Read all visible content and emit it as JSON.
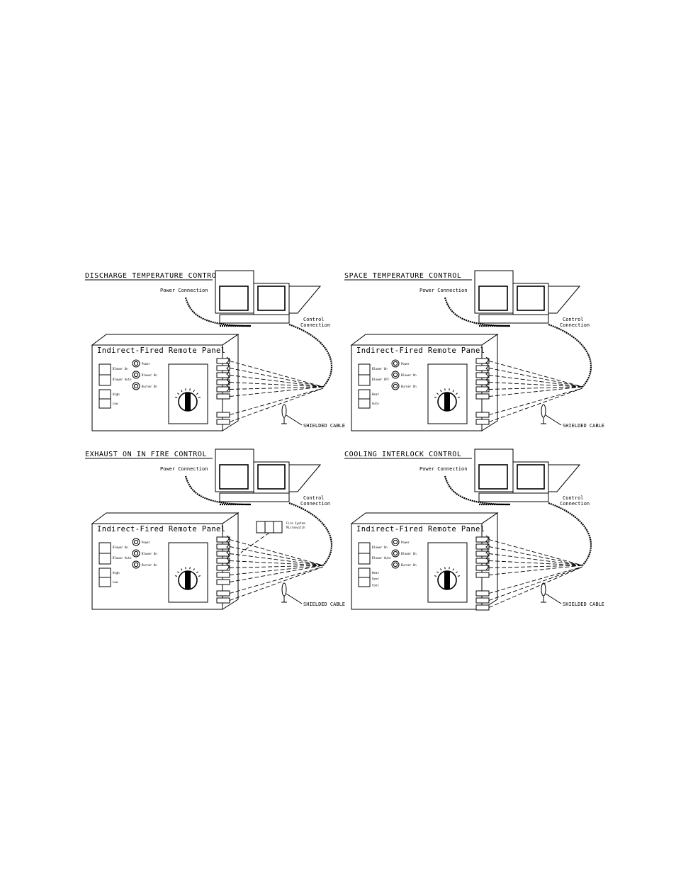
{
  "diagrams": [
    {
      "title": "DISCHARGE TEMPERATURE CONTROL",
      "panel_title": "Indirect-Fired Remote Panel",
      "power_label": "Power Connection",
      "control_label": [
        "Control",
        "Connection"
      ],
      "cable_label": "SHIELDED CABLE",
      "switches": [
        [
          "Blower On",
          "Blower Auto"
        ],
        [
          "High",
          "Low"
        ]
      ],
      "lights": [
        "Power",
        "Blower On",
        "Burner On"
      ],
      "terminal_count": 6,
      "extra_terminals": 2
    },
    {
      "title": "SPACE TEMPERATURE CONTROL",
      "panel_title": "Indirect-Fired Remote Panel",
      "power_label": "Power Connection",
      "control_label": [
        "Control",
        "Connection"
      ],
      "cable_label": "SHIELDED CABLE",
      "switches": [
        [
          "Blower On",
          "Blower OFF"
        ],
        [
          "Heat",
          "Auto"
        ]
      ],
      "lights": [
        "Power",
        "Blower On",
        "Burner On"
      ],
      "terminal_count": 6,
      "extra_terminals": 2
    },
    {
      "title": "EXHAUST ON IN FIRE CONTROL",
      "panel_title": "Indirect-Fired Remote Panel",
      "power_label": "Power Connection",
      "control_label": [
        "Control",
        "Connection"
      ],
      "cable_label": "SHIELDED CABLE",
      "switches": [
        [
          "Blower On",
          "Blower Auto"
        ],
        [
          "High",
          "Low"
        ]
      ],
      "lights": [
        "Power",
        "Blower On",
        "Burner On"
      ],
      "terminal_count": 7,
      "extra_terminals": 2,
      "fire_system_label": [
        "Fire System",
        "Microswitch"
      ]
    },
    {
      "title": "COOLING INTERLOCK CONTROL",
      "panel_title": "Indirect-Fired Remote Panel",
      "power_label": "Power Connection",
      "control_label": [
        "Control",
        "Connection"
      ],
      "cable_label": "SHIELDED CABLE",
      "switches": [
        [
          "Blower On",
          "Blower Auto"
        ],
        [
          "Heat",
          "Vent",
          "Cool"
        ]
      ],
      "lights": [
        "Power",
        "Blower On",
        "Burner On"
      ],
      "terminal_count": 6,
      "extra_terminals": 3
    }
  ]
}
